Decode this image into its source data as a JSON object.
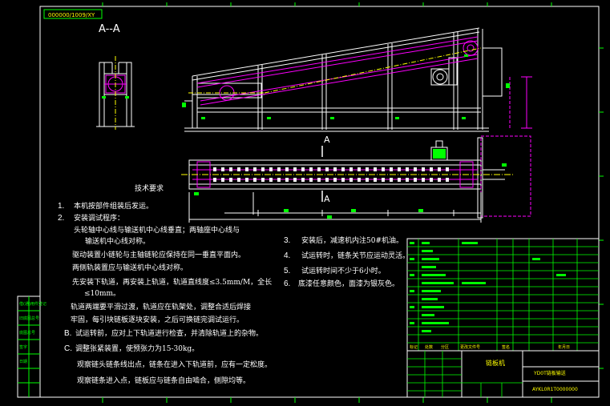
{
  "sheet": {
    "drawing_code_rotated": "000000/1009/XY",
    "section_label": "A--A",
    "section_mark_top": "A",
    "section_mark_bottom": "A"
  },
  "notes": {
    "heading": "技术要求",
    "left": [
      {
        "num": "1.",
        "text": "本机按部件组装后发运。"
      },
      {
        "num": "2.",
        "text": "安装调试程序："
      },
      {
        "num": "",
        "text": "头轮轴中心线与输送机中心线垂直；两轴座中心线与"
      },
      {
        "num": "",
        "text": "输送机中心线对称。"
      },
      {
        "num": "",
        "text": "驱动装置小链轮与主轴链轮应保持在同一垂直平面内。"
      },
      {
        "num": "",
        "text": "两侧轨装置应与输送机中心线对称。"
      },
      {
        "num": "",
        "text": "先安装下轨道，再安装上轨道，轨道直线度≤3.5mm/M，全长"
      },
      {
        "num": "",
        "text": "≤10mm。"
      },
      {
        "num": "",
        "text": "轨道两端要平滑过渡，轨道应在轨架处，调整合适后焊接"
      },
      {
        "num": "",
        "text": "牢固，每引块链板逐块安装，之后可换链完调试运行。"
      },
      {
        "num": "B.",
        "text": "试运转前，应对上下轨道进行检查，并清除轨道上的杂物。"
      },
      {
        "num": "C.",
        "text": "调整张紧装置，使预张力为15-30kg。"
      },
      {
        "num": "",
        "text": "观察链头链条线出点，链条在进入下轨道前，应有一定松度。"
      },
      {
        "num": "",
        "text": "观察链条进入点，链板应与链条自由啮合，侧隙均等。"
      }
    ],
    "right": [
      {
        "num": "3.",
        "text": "安装后，减速机内注50#机油。"
      },
      {
        "num": "4.",
        "text": "试运转时，链条关节应运动灵活。"
      },
      {
        "num": "5.",
        "text": "试运转时间不少于6小时。"
      },
      {
        "num": "6.",
        "text": "底漆任意颜色，面漆为银灰色。"
      }
    ]
  },
  "title_block": {
    "product_name": "链板机",
    "model": "YD0T链板输送",
    "drawing_number": "AYKL0R1T0000000",
    "header_cells": [
      "标记",
      "处数",
      "分区",
      "更改文件号",
      "签名",
      "年月日"
    ]
  },
  "side_strip": {
    "labels": [
      "借(通)用件登记",
      "旧底图总号",
      "底图总号",
      "签字",
      "日期"
    ]
  },
  "colors": {
    "background": "#000000",
    "frame": "#ffffff",
    "structure": "#ffffff",
    "chain": "#ff00ff",
    "dimension": "#ff00ff",
    "annotation_green": "#00ff00",
    "annotation_yellow": "#ffff00"
  }
}
